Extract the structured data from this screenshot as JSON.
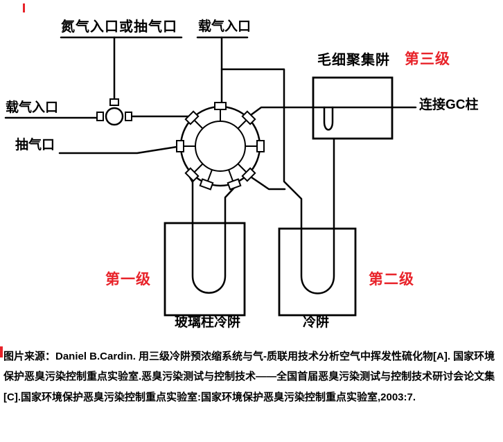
{
  "colors": {
    "accent_red": "#e8232a",
    "line_black": "#000000",
    "background": "#ffffff"
  },
  "diagram": {
    "type": "three-stage cold trap preconcentration system schematic",
    "labels": {
      "nitrogen_inlet": "氮气入口或抽气口",
      "carrier_inlet_top": "载气入口",
      "carrier_inlet_left": "载气入口",
      "pump_port": "抽气口",
      "capillary_trap": "毛细聚集阱",
      "stage3": "第三级",
      "gc_column": "连接GC柱",
      "stage1": "第一级",
      "stage2": "第二级",
      "glass_column_trap": "玻璃柱冷阱",
      "cold_trap": "冷阱"
    },
    "components": [
      "multi-port rotary valve",
      "three-way valve",
      "glass column cold trap (stage 1)",
      "cold trap (stage 2)",
      "capillary concentration trap (stage 3)"
    ]
  },
  "caption": {
    "text": "图片来源：Daniel B.Cardin. 用三级冷阱预浓缩系统与气-质联用技术分析空气中挥发性硫化物[A]. 国家环境保护恶臭污染控制重点实验室.恶臭污染测试与控制技术——全国首届恶臭污染测试与控制技术研讨会论文集[C].国家环境保护恶臭污染控制重点实验室:国家环境保护恶臭污染控制重点实验室,2003:7."
  }
}
